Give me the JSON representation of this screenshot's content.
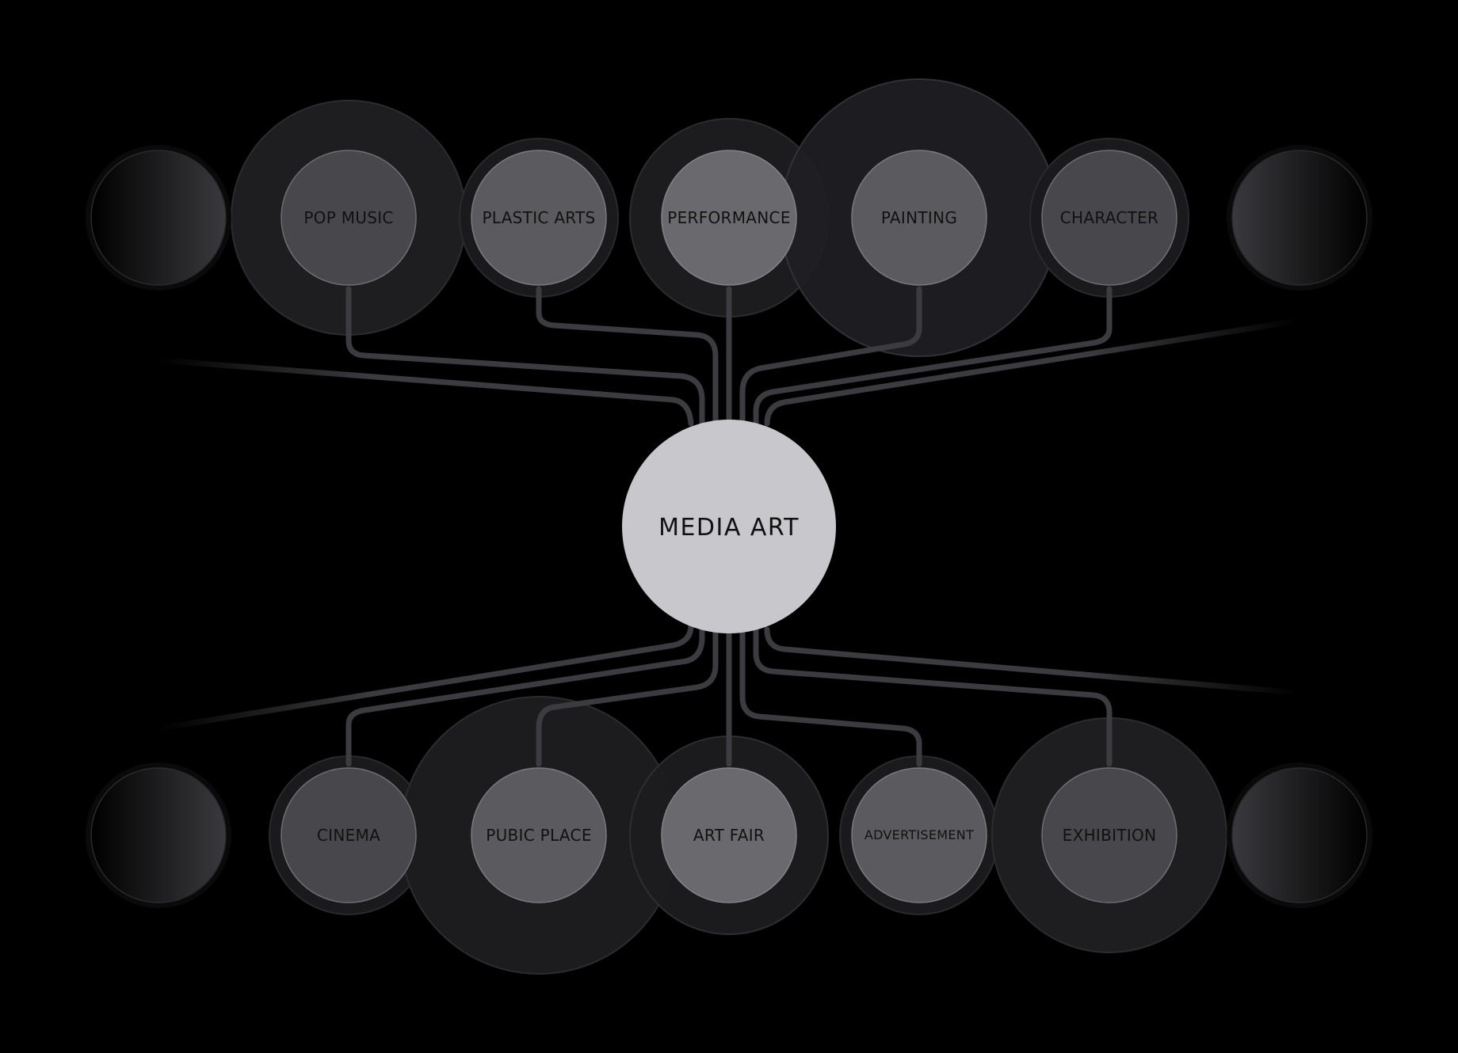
{
  "center": {
    "label": "MEDIA ART"
  },
  "top_nodes": [
    {
      "label": ""
    },
    {
      "label": "POP MUSIC"
    },
    {
      "label": "PLASTIC ARTS"
    },
    {
      "label": "PERFORMANCE"
    },
    {
      "label": "PAINTING"
    },
    {
      "label": "CHARACTER"
    },
    {
      "label": ""
    }
  ],
  "bottom_nodes": [
    {
      "label": ""
    },
    {
      "label": "CINEMA"
    },
    {
      "label": "PUBIC PLACE"
    },
    {
      "label": "ART FAIR"
    },
    {
      "label": "ADVERTISEMENT"
    },
    {
      "label": "EXHIBITION"
    },
    {
      "label": ""
    }
  ],
  "colors": {
    "background": "#000000",
    "center_fill": "#c8c8cc",
    "node_light": "#6a6a6e",
    "node_mid": "#5b5b5f",
    "node_dark": "#48484c",
    "connector": "#3c3c40",
    "label_text": "#111111"
  }
}
